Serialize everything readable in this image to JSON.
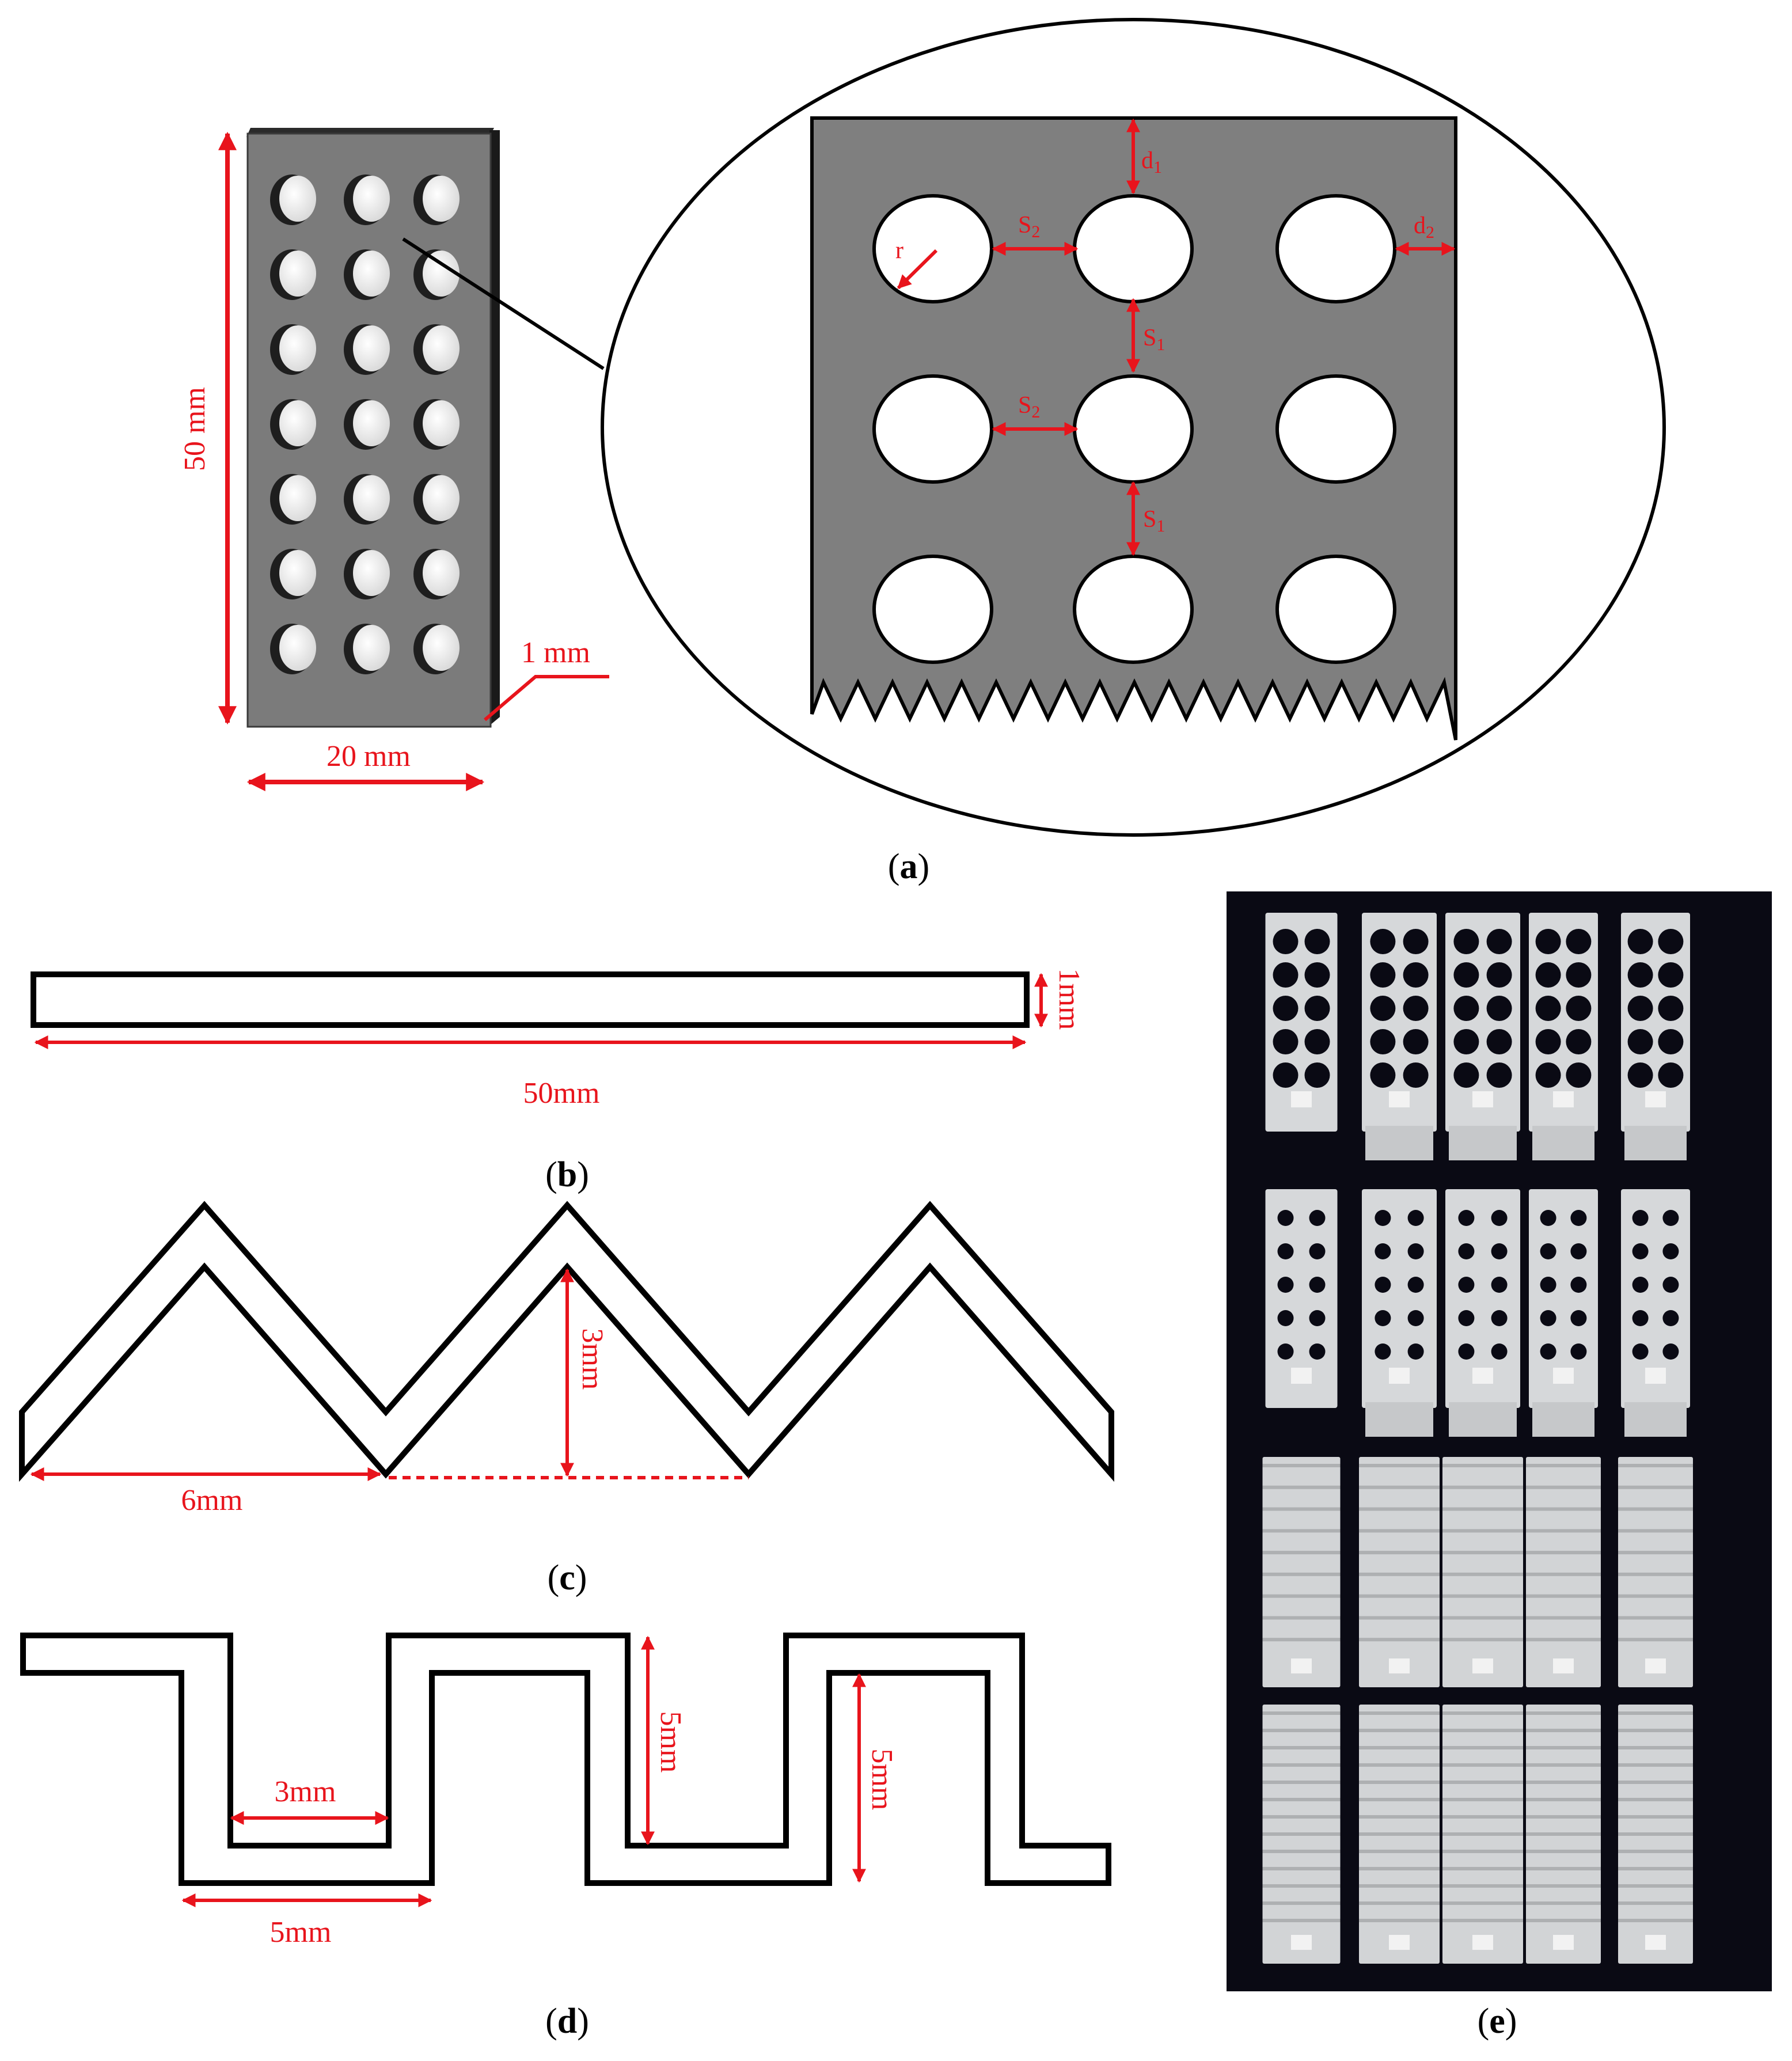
{
  "panel_a": {
    "caption_letter": "a",
    "plate_height_label": "50 mm",
    "plate_width_label": "20 mm",
    "plate_thickness_label": "1 mm",
    "radius_label": "r",
    "d1_label": "d",
    "d1_sub": "1",
    "d2_label": "d",
    "d2_sub": "2",
    "s1_label": "S",
    "s1_sub": "1",
    "s2_label": "S",
    "s2_sub": "2"
  },
  "panel_b": {
    "caption_letter": "b",
    "length_label": "50mm",
    "thickness_label": "1mm"
  },
  "panel_c": {
    "caption_letter": "c",
    "period_label": "6mm",
    "height_label": "3mm"
  },
  "panel_d": {
    "caption_letter": "d",
    "inner_width_label": "3mm",
    "outer_width_label": "5mm",
    "inner_height_label": "5mm",
    "outer_height_label": "5mm"
  },
  "panel_e": {
    "caption_letter": "e",
    "rows": [
      {
        "kind": "large-holes",
        "count": 5
      },
      {
        "kind": "small-holes",
        "count": 5
      },
      {
        "kind": "triangular-corrugated",
        "count": 5
      },
      {
        "kind": "rectangular-corrugated",
        "count": 5
      }
    ]
  },
  "colors": {
    "dimension": "#e8141c",
    "plate": "#808080",
    "photo_bg": "#0a0a14",
    "specimen": "#d6d8da"
  }
}
